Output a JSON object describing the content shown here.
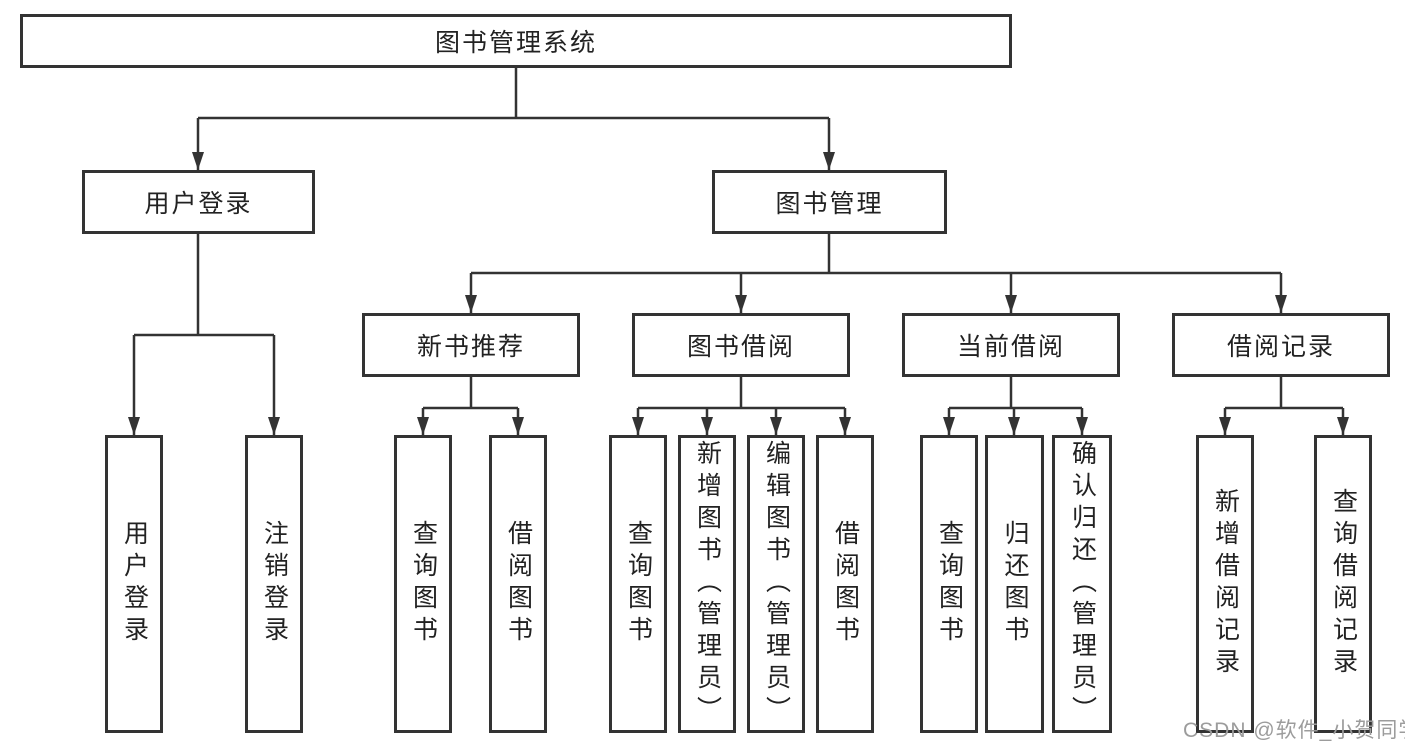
{
  "diagram_title": "图书管理系统",
  "nodes": {
    "root": "图书管理系统",
    "user_login": "用户登录",
    "book_mgmt": "图书管理",
    "new_book_rec": "新书推荐",
    "book_borrow": "图书借阅",
    "current_borrow": "当前借阅",
    "borrow_record": "借阅记录",
    "leaf_user_login": "用户登录",
    "leaf_logout": "注销登录",
    "leaf_query_book_1": "查询图书",
    "leaf_borrow_book_1": "借阅图书",
    "leaf_query_book_2": "查询图书",
    "leaf_add_book": "新增图书（管理员）",
    "leaf_edit_book": "编辑图书（管理员）",
    "leaf_borrow_book_2": "借阅图书",
    "leaf_query_book_3": "查询图书",
    "leaf_return_book": "归还图书",
    "leaf_confirm_return": "确认归还（管理员）",
    "leaf_add_record": "新增借阅记录",
    "leaf_query_record": "查询借阅记录"
  },
  "watermark": {
    "text": "CSDN @软件_小贺同学"
  },
  "colors": {
    "line": "#333333",
    "box_border": "#333333",
    "text": "#222222",
    "watermark": "#9c9c9c",
    "background": "#ffffff"
  }
}
